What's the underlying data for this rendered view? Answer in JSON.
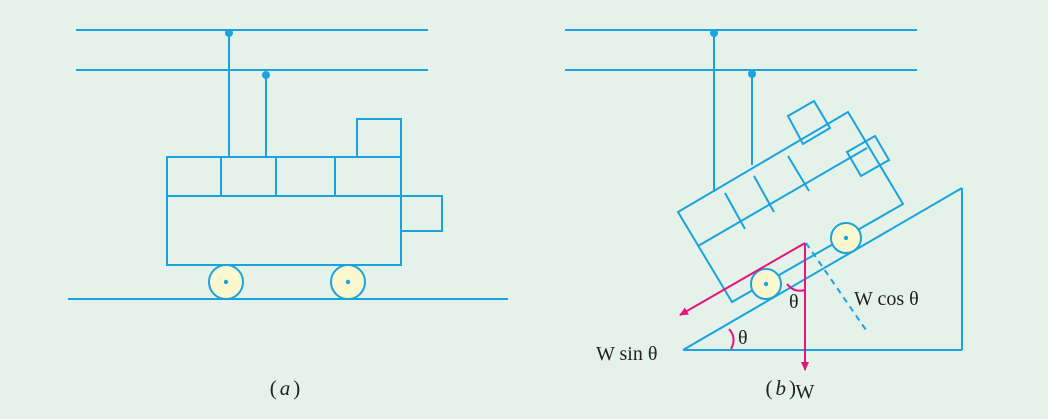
{
  "colors": {
    "background": "#e4f2ea",
    "line": "#1aa3dd",
    "force": "#e6157e",
    "wheel_fill": "#fbf7cf",
    "text": "#222222"
  },
  "panel_a": {
    "caption_open": "(",
    "caption_letter": "a",
    "caption_close": ")"
  },
  "panel_b": {
    "caption_open": "(",
    "caption_letter": "b",
    "caption_close": ")",
    "label_w_sin": "W sin θ",
    "label_w_cos": "W cos θ",
    "label_w": "W",
    "label_theta_incline": "θ",
    "label_theta_vertical": "θ"
  }
}
